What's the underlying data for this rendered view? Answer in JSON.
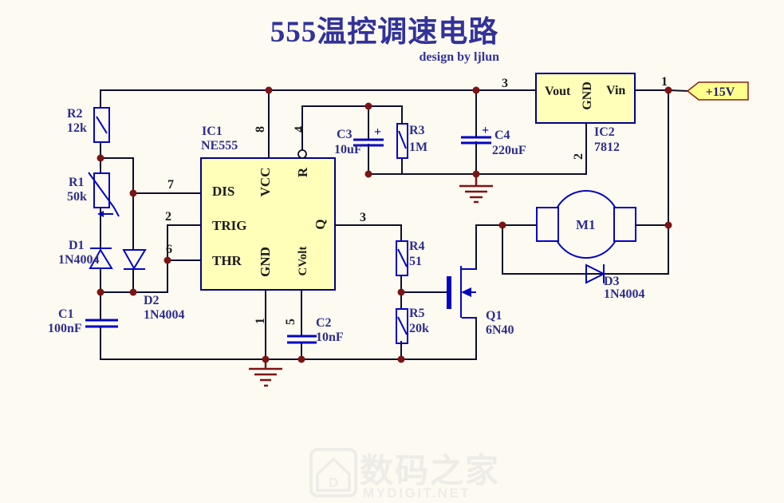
{
  "page": {
    "background": "#fdfaf2"
  },
  "header": {
    "title": "555温控调速电路",
    "subtitle": "design by ljlun"
  },
  "colors": {
    "wire": "#0e0e28",
    "symbol_blue": "#0404c4",
    "junction_dot": "#7b1414",
    "ground": "#7b1414",
    "ic_fill": "#ffffb9",
    "ic_border": "#00008b",
    "label_navy": "#2e2e8e",
    "pin_black": "#1b1b1b",
    "title_blue": "#32329b",
    "flag_fill": "#ffff8c",
    "flag_border": "#8b2015",
    "background": "#fdfaf2",
    "watermark": "#eeece6"
  },
  "power_flag": {
    "label": "+15V"
  },
  "ic1": {
    "ref": "IC1",
    "part": "NE555",
    "pin_dis": "DIS",
    "pin_trig": "TRIG",
    "pin_thr": "THR",
    "pin_vcc": "VCC",
    "pin_gnd": "GND",
    "pin_r": "R",
    "pin_q": "Q",
    "pin_cvolt": "CVolt",
    "num_vcc": "8",
    "num_r": "4",
    "num_dis": "7",
    "num_trig": "2",
    "num_thr": "6",
    "num_q": "3",
    "num_gnd": "1",
    "num_cvolt": "5"
  },
  "ic2": {
    "ref": "IC2",
    "part": "7812",
    "pin_vout": "Vout",
    "pin_gnd": "GND",
    "pin_vin": "Vin",
    "num_vout": "3",
    "num_gnd": "2",
    "num_vin": "1"
  },
  "r1": {
    "ref": "R1",
    "value": "50k"
  },
  "r2": {
    "ref": "R2",
    "value": "12k"
  },
  "r3": {
    "ref": "R3",
    "value": "1M"
  },
  "r4": {
    "ref": "R4",
    "value": "51"
  },
  "r5": {
    "ref": "R5",
    "value": "20k"
  },
  "c1": {
    "ref": "C1",
    "value": "100nF"
  },
  "c2": {
    "ref": "C2",
    "value": "10nF"
  },
  "c3": {
    "ref": "C3",
    "value": "10uF",
    "polarity": "+"
  },
  "c4": {
    "ref": "C4",
    "value": "220uF",
    "polarity": "+"
  },
  "d1": {
    "ref": "D1",
    "value": "1N4004"
  },
  "d2": {
    "ref": "D2",
    "value": "1N4004"
  },
  "d3": {
    "ref": "D3",
    "value": "1N4004"
  },
  "q1": {
    "ref": "Q1",
    "value": "6N40"
  },
  "m1": {
    "ref": "M1"
  },
  "watermark": {
    "cn": "数码之家",
    "en": "MYDIGIT.NET",
    "letter": "D"
  }
}
